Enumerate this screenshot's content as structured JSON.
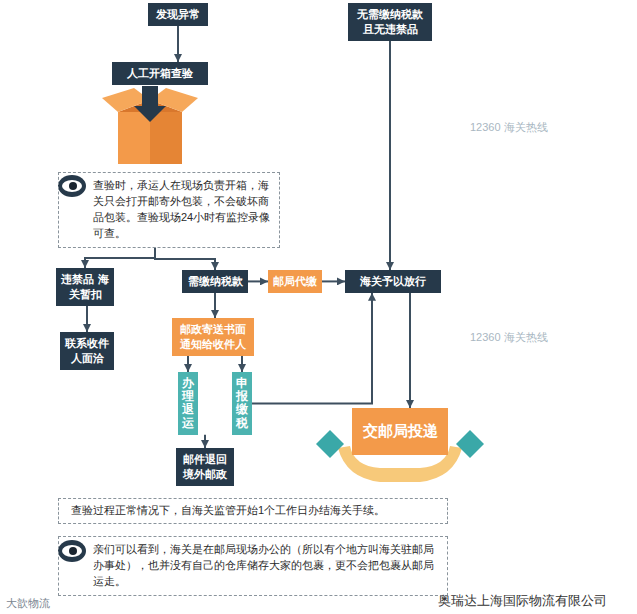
{
  "diagram": {
    "nodes": [
      {
        "text": [
          "发现异常"
        ]
      },
      {
        "text": [
          "人工开箱查验"
        ]
      },
      {
        "text": [
          "查验时，承运人在现场负责开箱，海关只会打开邮寄外包装，不会破坏商品包装。查验现场24小时有监控录像可查。"
        ]
      },
      {
        "text": [
          "无需缴纳税款且无违禁品"
        ]
      },
      {
        "text": [
          "违禁品 海关暂扣"
        ]
      },
      {
        "text": [
          "需缴纳税款"
        ]
      },
      {
        "text": [
          "邮局代缴"
        ]
      },
      {
        "text": [
          "海关予以放行"
        ]
      },
      {
        "text": [
          "联系收件人面洽"
        ]
      },
      {
        "text": [
          "邮政寄送书面通知给收件人"
        ]
      },
      {
        "text": [
          "办理退运"
        ]
      },
      {
        "text": [
          "申报缴税"
        ]
      },
      {
        "text": [
          "邮件退回境外邮政"
        ]
      },
      {
        "text": [
          "交邮局投递"
        ]
      },
      {
        "text": [
          "查验过程正常情况下，自海关监管开始1个工作日办结海关手续。"
        ]
      },
      {
        "text": [
          "亲们可以看到，海关是在邮局现场办公的（所以有个地方叫海关驻邮局办事处），也并没有自己的仓库储存大家的包裹，更不会把包裹从邮局运走。"
        ]
      }
    ],
    "edges": [
      {
        "from": 0,
        "to": 1,
        "arrow": "to"
      },
      {
        "from": 2,
        "to": 4,
        "arrow": "to"
      },
      {
        "from": 2,
        "to": 5,
        "arrow": "to"
      },
      {
        "from": 3,
        "to": 7,
        "arrow": "to"
      },
      {
        "from": 5,
        "to": 6,
        "arrow": "to"
      },
      {
        "from": 6,
        "to": 7,
        "arrow": "to"
      },
      {
        "from": 4,
        "to": 8,
        "arrow": "to"
      },
      {
        "from": 5,
        "to": 9,
        "arrow": "to"
      },
      {
        "from": 9,
        "to": 10,
        "arrow": "to"
      },
      {
        "from": 9,
        "to": 11,
        "arrow": "to"
      },
      {
        "from": 10,
        "to": 12,
        "arrow": "to"
      },
      {
        "from": 11,
        "to": 7,
        "arrow": "to"
      },
      {
        "from": 7,
        "to": 13,
        "arrow": "to"
      }
    ],
    "labels": [
      "奥瑞达上海国际物流有限公司",
      "大歆物流",
      "12360 海关热线",
      "12360 海关热线"
    ]
  }
}
